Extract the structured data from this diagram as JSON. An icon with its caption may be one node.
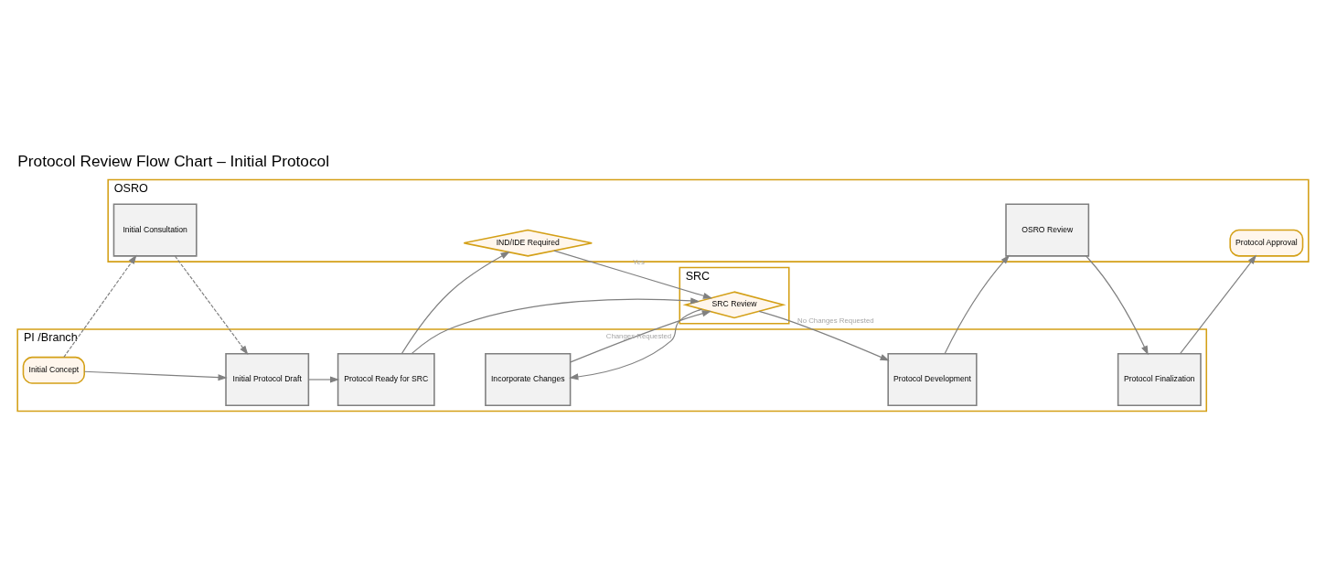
{
  "diagram": {
    "title": "Protocol Review Flow Chart – Initial Protocol",
    "nodes": [
      {
        "text": [
          "PI /Branch"
        ]
      },
      {
        "text": [
          "Initial Concept"
        ],
        "in": 0
      },
      {
        "text": [
          "Initial Protocol Draft"
        ],
        "in": 0
      },
      {
        "text": [
          "Protocol Ready for SRC"
        ],
        "in": 0
      },
      {
        "text": [
          "Incorporate Changes"
        ],
        "in": 0
      },
      {
        "text": [
          "Protocol Development"
        ],
        "in": 0
      },
      {
        "text": [
          "Protocol Finalization"
        ],
        "in": 0
      },
      {
        "text": [
          "SRC"
        ]
      },
      {
        "text": [
          "SRC Review"
        ],
        "in": 7
      },
      {
        "text": [
          "OSRO"
        ]
      },
      {
        "text": [
          "Initial Consultation"
        ],
        "in": 9
      },
      {
        "text": [
          "IND/IDE Required"
        ],
        "in": 9
      },
      {
        "text": [
          "OSRO Review"
        ],
        "in": 9
      },
      {
        "text": [
          "Protocol Approval"
        ],
        "in": 9
      }
    ],
    "edges": [
      {
        "from": 1,
        "to": 2,
        "arrow": "to"
      },
      {
        "from": 1,
        "to": 10,
        "arrow": "to",
        "style": "dashed"
      },
      {
        "from": 10,
        "to": 2,
        "arrow": "to",
        "style": "dashed"
      },
      {
        "from": 2,
        "to": 3,
        "arrow": "to"
      },
      {
        "from": 3,
        "to": 8,
        "arrow": "to"
      },
      {
        "from": 4,
        "to": 8,
        "arrow": "to"
      },
      {
        "from": 3,
        "to": 11,
        "arrow": "to"
      },
      {
        "from": 11,
        "to": 8,
        "arrow": "to",
        "label": "Yes"
      },
      {
        "from": 8,
        "to": 4,
        "arrow": "to",
        "label": "Changes Requested"
      },
      {
        "from": 8,
        "to": 5,
        "arrow": "to",
        "label": "No Changes Requested"
      },
      {
        "from": 5,
        "to": 12,
        "arrow": "to"
      },
      {
        "from": 12,
        "to": 6,
        "arrow": "to"
      },
      {
        "from": 6,
        "to": 13,
        "arrow": "to"
      }
    ]
  }
}
